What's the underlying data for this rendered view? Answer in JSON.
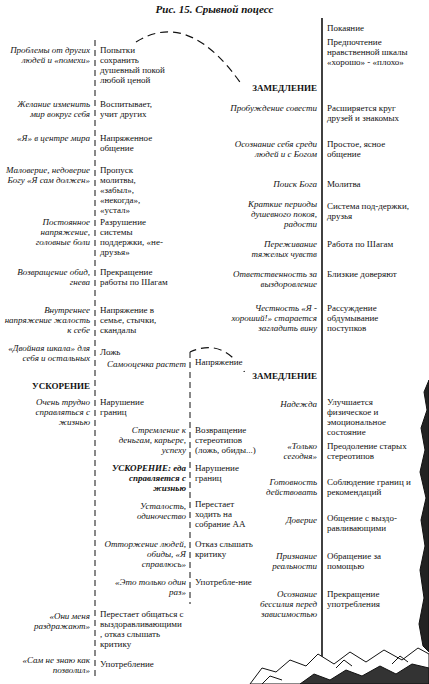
{
  "diagram": {
    "title": "Рис. 15. Срывной поцесс",
    "labels": [
      "Покаяние",
      "Предпочтение нравственной шкалы «хорошо» - «плохо»",
      "ЗАМЕДЛЕНИЕ",
      "Пробуждение совести",
      "Расширяется круг друзей и знакомых",
      "Осознание себя среди людей и с Богом",
      "Простое, ясное общение",
      "Поиск Бога",
      "Молитва",
      "Краткие периоды душевного покоя, радости",
      "Система под-держки, друзья",
      "Переживание тяжелых чувств",
      "Работа по Шагам",
      "Ответственность за выздоровление",
      "Близкие доверяют",
      "Честность «Я - хороший!» старается загладить вину",
      "Рассуждение обдумывание поступков",
      "ЗАМЕДЛЕНИЕ",
      "Надежда",
      "Улучшается физическое и эмоциональное состояние",
      "«Только сегодня»",
      "Преодоление старых стереотипов",
      "Готовность действовать",
      "Соблюдение границ и рекомендаций",
      "Доверие",
      "Общение с выздо-равливающими",
      "Признание реальности",
      "Обращение за помощью",
      "Осознание бессилия перед зависимостью",
      "Прекращение употребления",
      "Проблемы от других людей и «помехи»",
      "Попытки сохранить душевный покой любой ценой",
      "Желание изменить мир вокруг себя",
      "Воспитывает, учит других",
      "«Я» в центре мира",
      "Напряженное общение",
      "Маловерие, недоверие Богу «Я сам должен»",
      "Пропуск молитвы, «забыл», «некогда», «устал»",
      "Постоянное напряжение, головные боли",
      "Разрушение системы поддержки, «не-друзья»",
      "Возвращение обид, гнева",
      "Прекращение работы по Шагам",
      "Внутреннее напряжение жалость к себе",
      "Напряжение в семье, стычки, скандалы",
      "«Двойная шкала» для себя и остальных",
      "Ложь",
      "УСКОРЕНИЕ",
      "Очень трудно справляться с жизнью",
      "Нарушение границ",
      "Самооценка растет",
      "Напряжение",
      "Стремление к деньгам, карьере, успеху",
      "Возвращение стереотипов (ложь, обиды...)",
      "УСКОРЕНИЕ: еда справляется с жизнью",
      "Нарушение границ",
      "Усталость, одиночество",
      "Перестает ходить на собрание АА",
      "Отторжение людей, обиды, «Я справлюсь»",
      "Отказ слышать критику",
      "«Это только один раз»",
      "Употребле-ние",
      "«Они меня раздражают»",
      "Перестает общаться с выздоравливающими, отказ слышать критику",
      "«Сам не знаю как позволил»",
      "Употребление"
    ]
  }
}
